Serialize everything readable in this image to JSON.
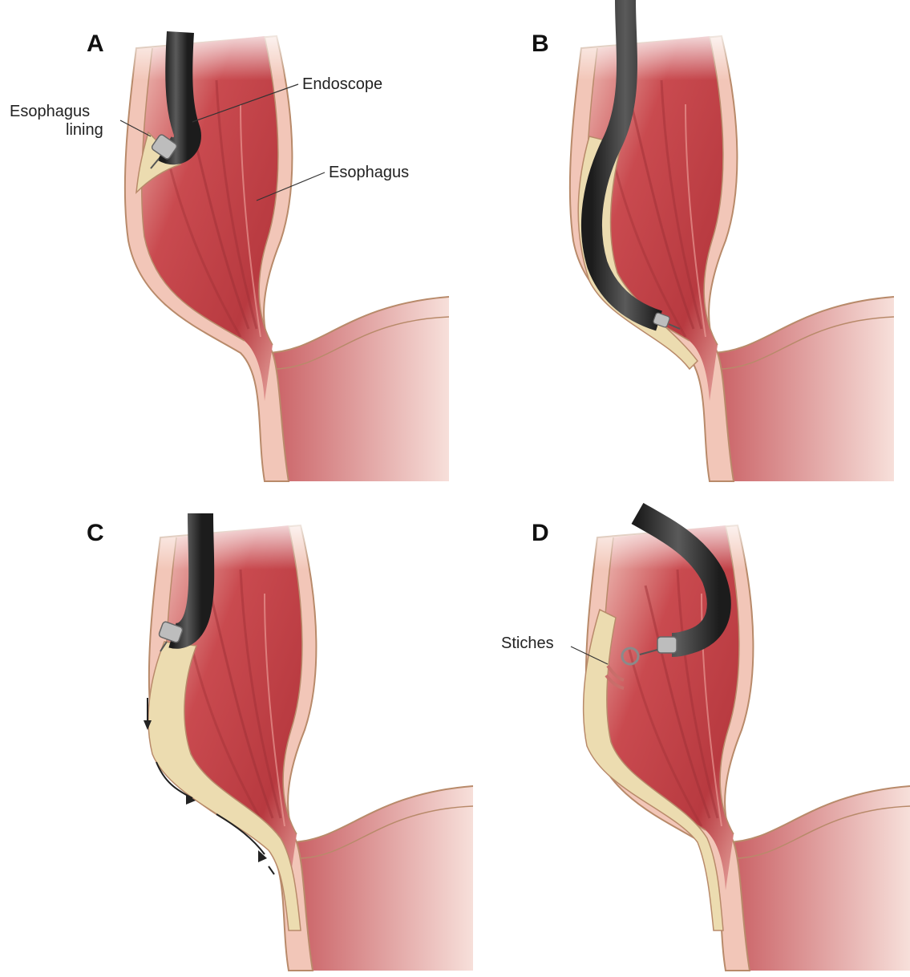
{
  "panels": [
    {
      "letter": "A"
    },
    {
      "letter": "B"
    },
    {
      "letter": "C"
    },
    {
      "letter": "D"
    }
  ],
  "labels": {
    "esophagus_lining_line1": "Esophagus",
    "esophagus_lining_line2": "lining",
    "endoscope": "Endoscope",
    "esophagus": "Esophagus",
    "stiches": "Stiches"
  },
  "colors": {
    "wall_outer": "#f2c6b8",
    "wall_edge": "#b88a6a",
    "interior": "#c8464a",
    "interior_light": "#e9a9a0",
    "lining_dissected": "#ecdcb0",
    "endoscope": "#2a2a2a"
  }
}
